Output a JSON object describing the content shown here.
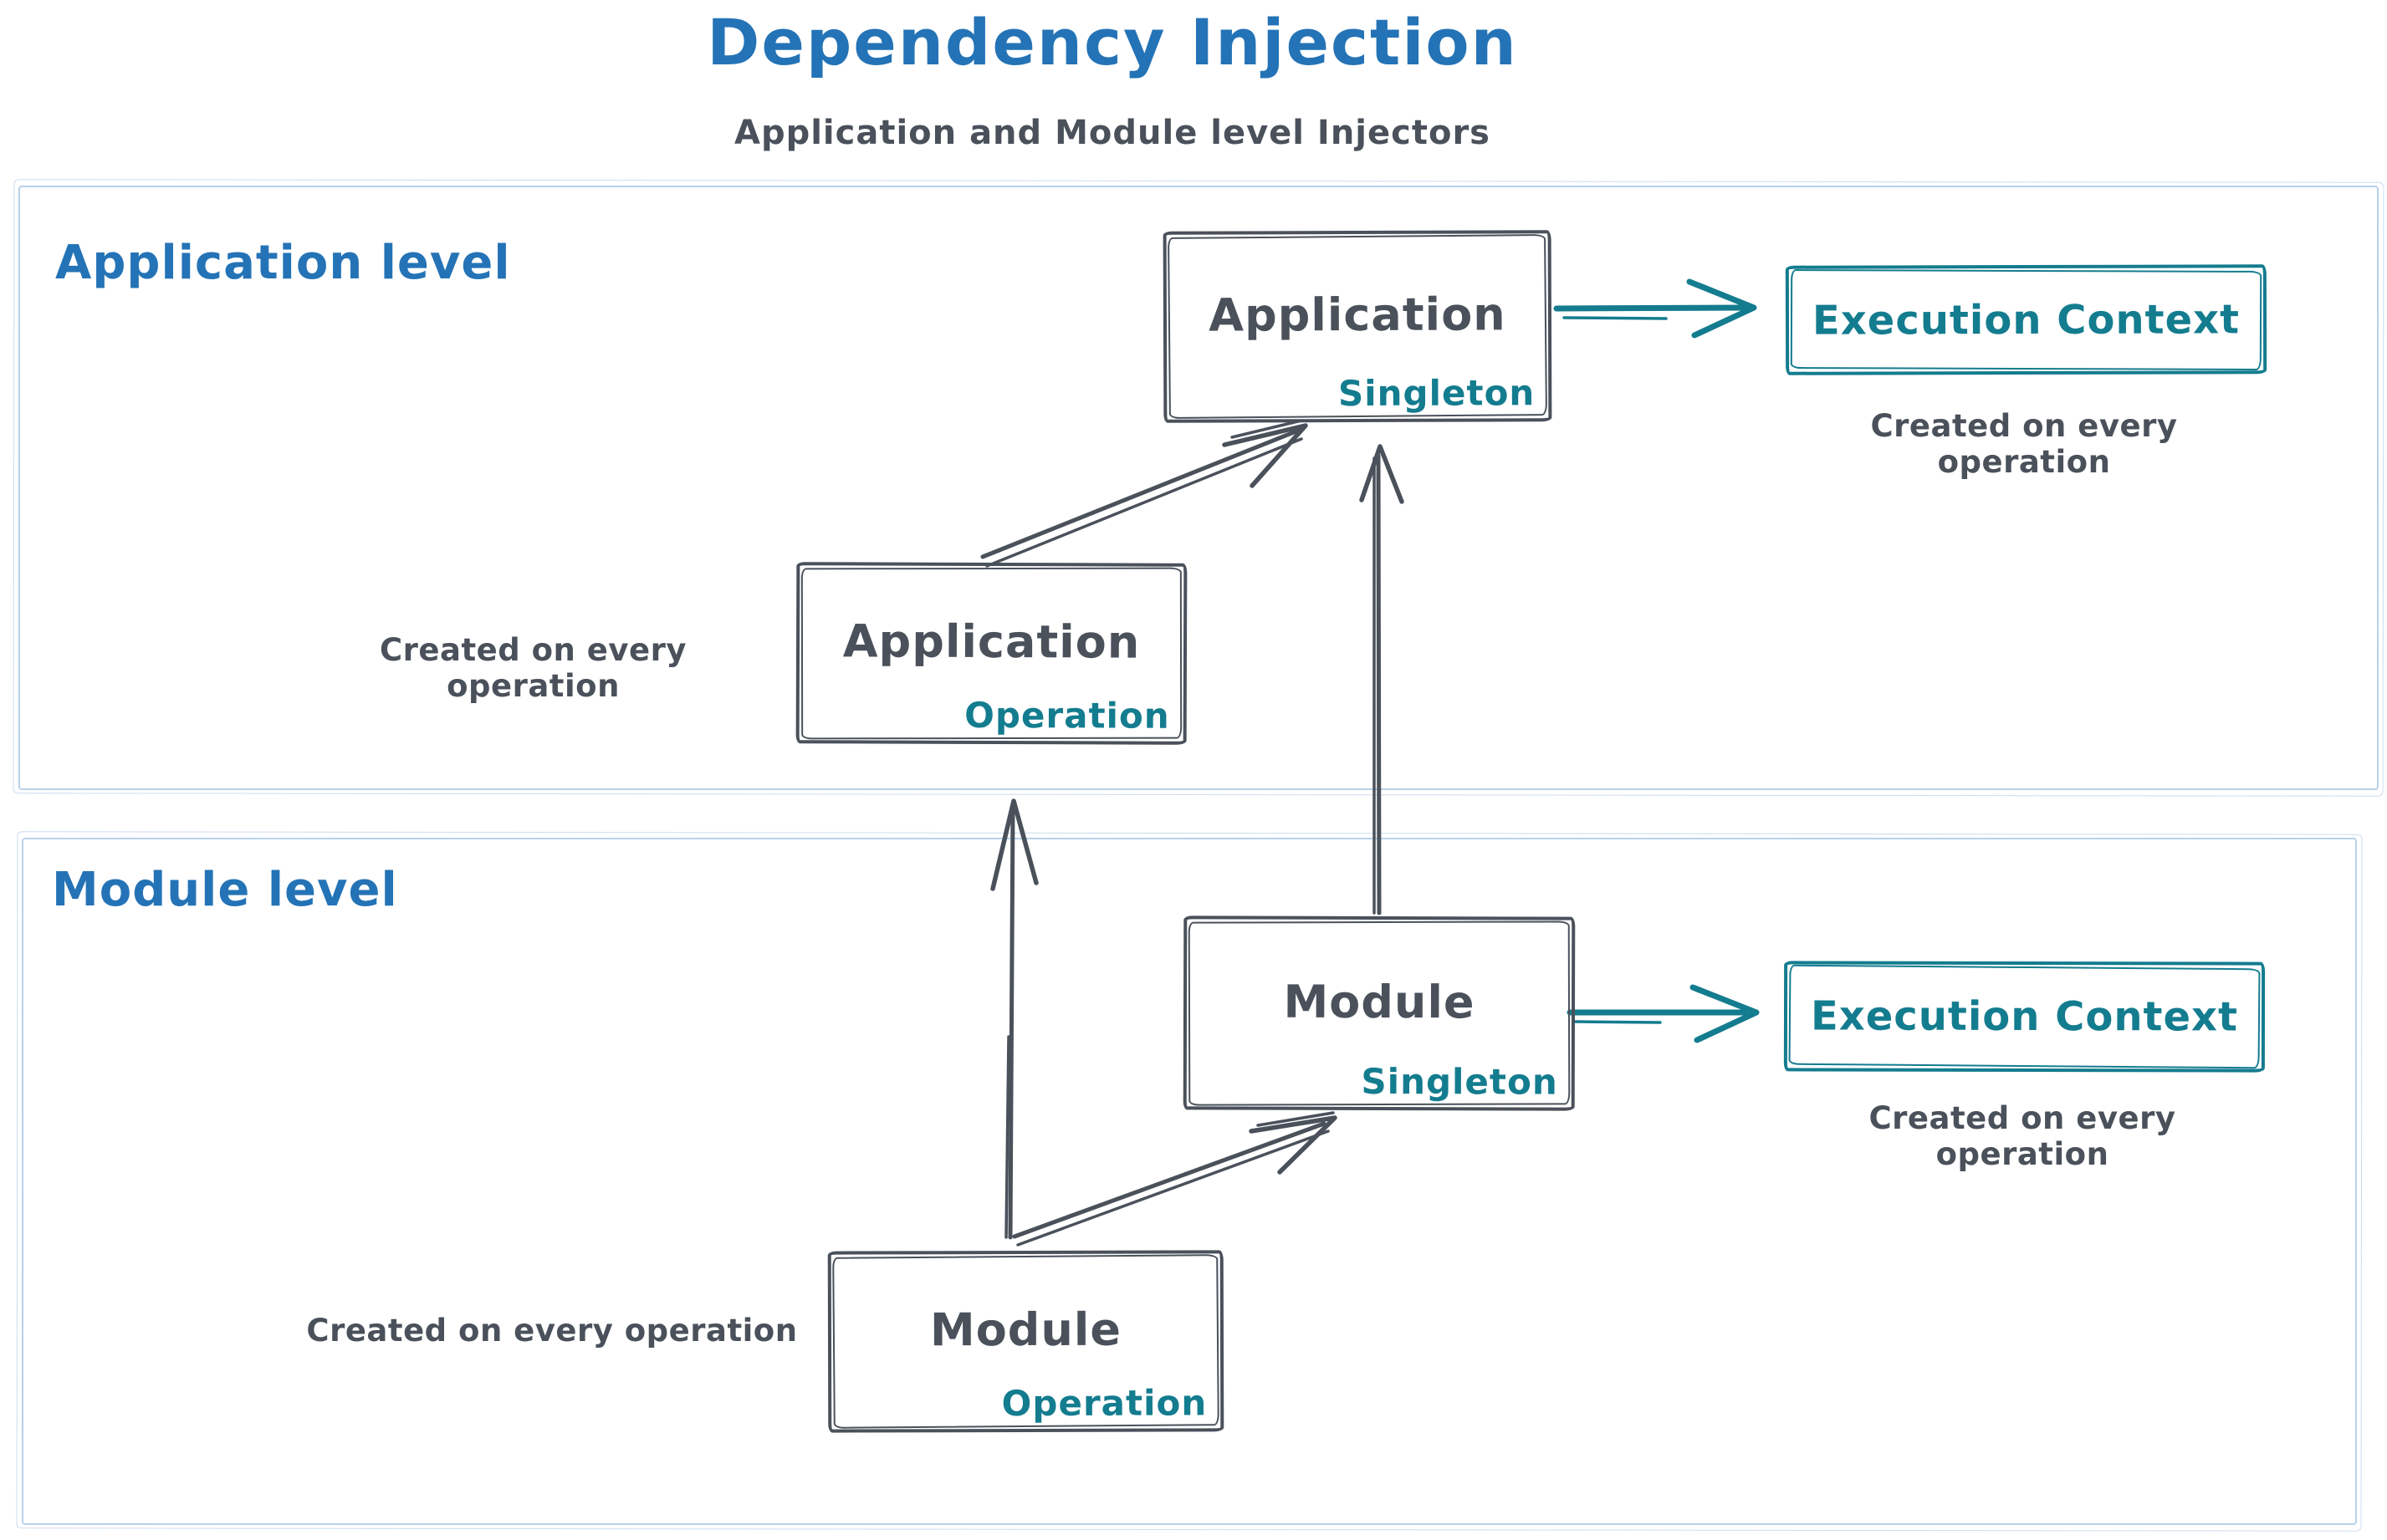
{
  "header": {
    "title": "Dependency Injection",
    "subtitle": "Application and Module level Injectors"
  },
  "sections": {
    "application": {
      "label": "Application level"
    },
    "module": {
      "label": "Module level"
    }
  },
  "nodes": {
    "application_singleton": {
      "title": "Application",
      "badge": "Singleton"
    },
    "application_execution_context": {
      "title": "Execution Context"
    },
    "application_operation": {
      "title": "Application",
      "badge": "Operation"
    },
    "module_singleton": {
      "title": "Module",
      "badge": "Singleton"
    },
    "module_execution_context": {
      "title": "Execution Context"
    },
    "module_operation": {
      "title": "Module",
      "badge": "Operation"
    }
  },
  "notes": {
    "application_execution_context": "Created on every operation",
    "application_operation": "Created on every operation",
    "module_execution_context": "Created on every operation",
    "module_operation": "Created on every operation"
  },
  "arrows": [
    {
      "from": "application_operation",
      "to": "application_singleton",
      "color": "#4a515b"
    },
    {
      "from": "module_singleton",
      "to": "application_singleton",
      "color": "#4a515b"
    },
    {
      "from": "application_singleton",
      "to": "application_execution_context",
      "color": "#147c8f"
    },
    {
      "from": "module_operation",
      "to": "application_operation",
      "color": "#4a515b"
    },
    {
      "from": "module_operation",
      "to": "module_singleton",
      "color": "#4a515b"
    },
    {
      "from": "module_singleton",
      "to": "module_execution_context",
      "color": "#147c8f"
    }
  ],
  "colors": {
    "accent_blue": "#2473b6",
    "ink_dark": "#4a515b",
    "teal": "#147c8f",
    "section_border": "#b9d1ea"
  }
}
